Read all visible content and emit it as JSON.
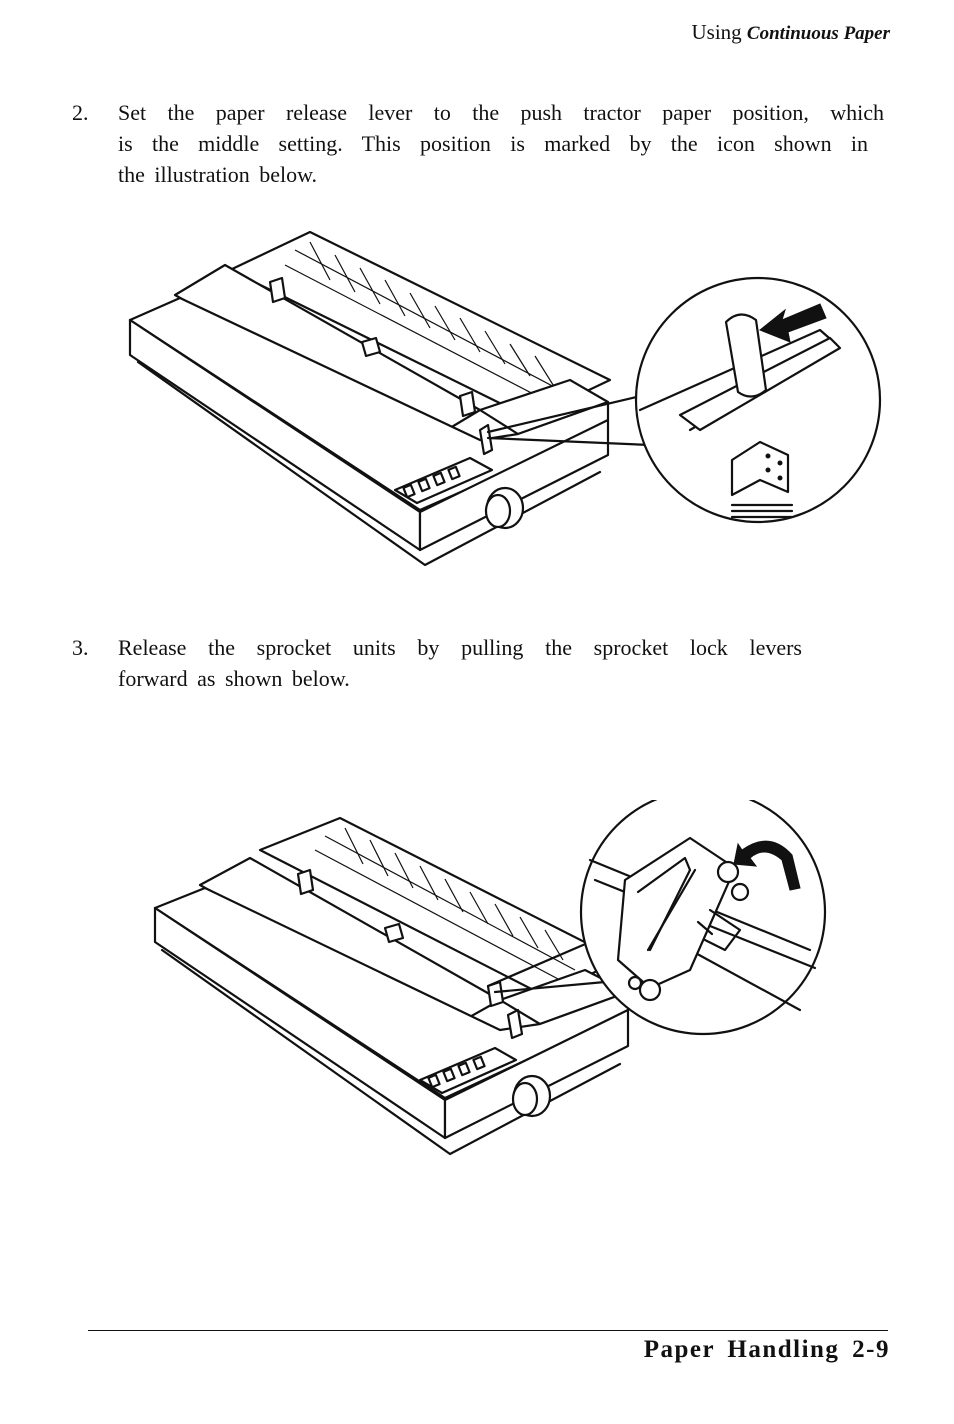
{
  "header": {
    "prefix": "Using",
    "section": "Continuous Paper"
  },
  "steps": [
    {
      "number": "2.",
      "lines": [
        "Set the paper release lever to the push tractor paper position, which",
        "is the middle setting. This position is marked by the icon shown in",
        "the illustration below."
      ]
    },
    {
      "number": "3.",
      "lines": [
        "Release the sprocket units by pulling the sprocket lock levers",
        "forward as shown below."
      ]
    }
  ],
  "footer": {
    "label": "Paper Handling 2-9"
  }
}
